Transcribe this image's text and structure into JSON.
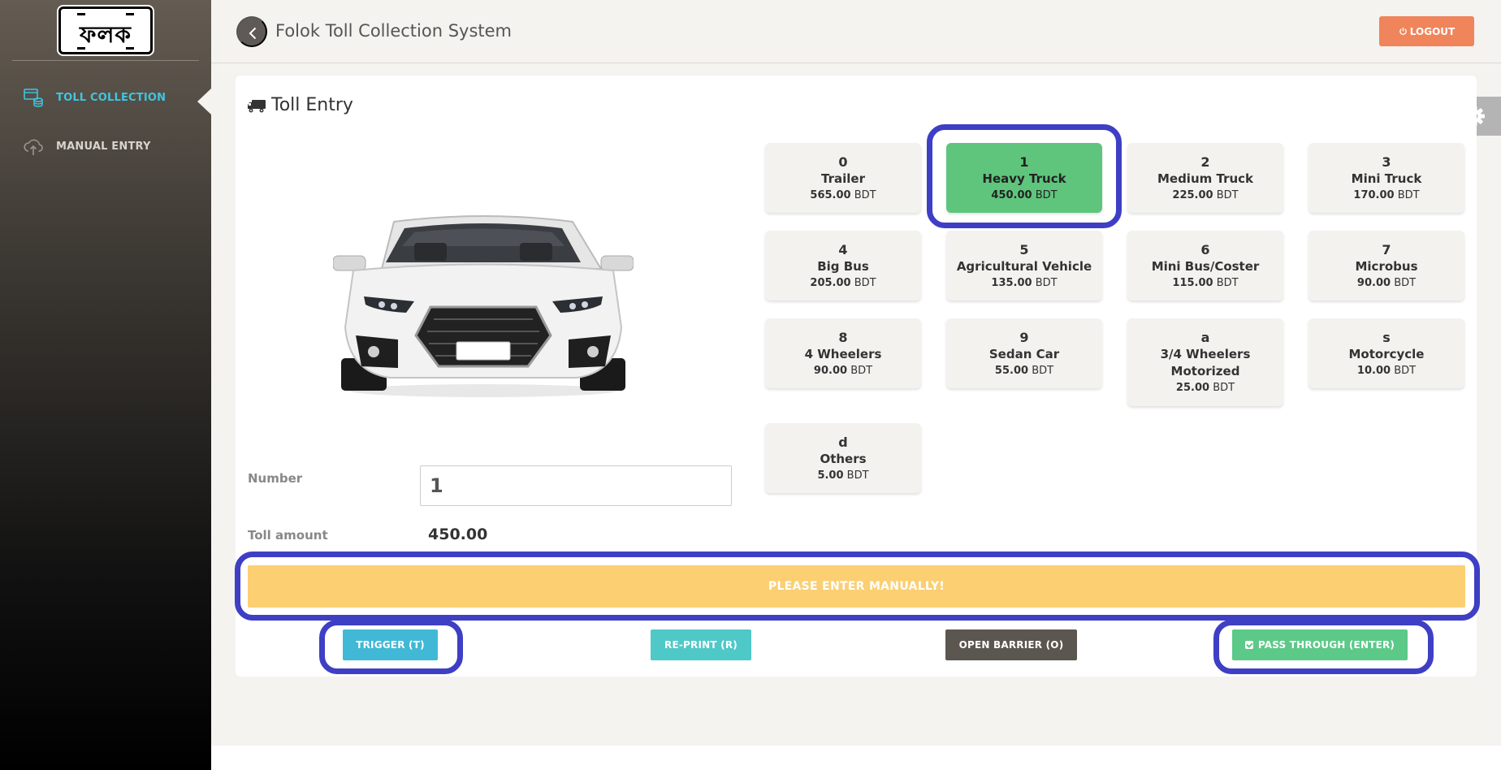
{
  "sidebar": {
    "logo_text": "ফলক",
    "items": [
      {
        "label": "TOLL COLLECTION",
        "icon": "toll-collection-icon",
        "active": true
      },
      {
        "label": "MANUAL ENTRY",
        "icon": "cloud-upload-icon",
        "active": false
      }
    ]
  },
  "header": {
    "title": "Folok Toll Collection System",
    "logout_label": "LOGOUT"
  },
  "card": {
    "title": "Toll Entry",
    "number_label": "Number",
    "number_value": "1",
    "toll_label": "Toll amount",
    "toll_value": "450.00"
  },
  "vehicles": [
    {
      "key": "0",
      "name": "Trailer",
      "price": "565.00",
      "currency": "BDT"
    },
    {
      "key": "1",
      "name": "Heavy Truck",
      "price": "450.00",
      "currency": "BDT",
      "selected": true
    },
    {
      "key": "2",
      "name": "Medium Truck",
      "price": "225.00",
      "currency": "BDT"
    },
    {
      "key": "3",
      "name": "Mini Truck",
      "price": "170.00",
      "currency": "BDT"
    },
    {
      "key": "4",
      "name": "Big Bus",
      "price": "205.00",
      "currency": "BDT"
    },
    {
      "key": "5",
      "name": "Agricultural Vehicle",
      "price": "135.00",
      "currency": "BDT"
    },
    {
      "key": "6",
      "name": "Mini Bus/Coster",
      "price": "115.00",
      "currency": "BDT"
    },
    {
      "key": "7",
      "name": "Microbus",
      "price": "90.00",
      "currency": "BDT"
    },
    {
      "key": "8",
      "name": "4 Wheelers",
      "price": "90.00",
      "currency": "BDT"
    },
    {
      "key": "9",
      "name": "Sedan Car",
      "price": "55.00",
      "currency": "BDT"
    },
    {
      "key": "a",
      "name": "3/4 Wheelers Motorized",
      "price": "25.00",
      "currency": "BDT"
    },
    {
      "key": "s",
      "name": "Motorcycle",
      "price": "10.00",
      "currency": "BDT"
    },
    {
      "key": "d",
      "name": "Others",
      "price": "5.00",
      "currency": "BDT"
    }
  ],
  "alert": {
    "text": "PLEASE ENTER MANUALLY!",
    "color": "#fbcf72"
  },
  "actions": {
    "trigger": "TRIGGER (T)",
    "reprint": "RE-PRINT (R)",
    "open_barrier": "OPEN BARRIER (O)",
    "pass_through": "PASS THROUGH (ENTER)"
  },
  "colors": {
    "accent": "#3ec6e0",
    "selected": "#5fc57d",
    "logout": "#f0845a",
    "highlight": "#3e3fc4"
  }
}
